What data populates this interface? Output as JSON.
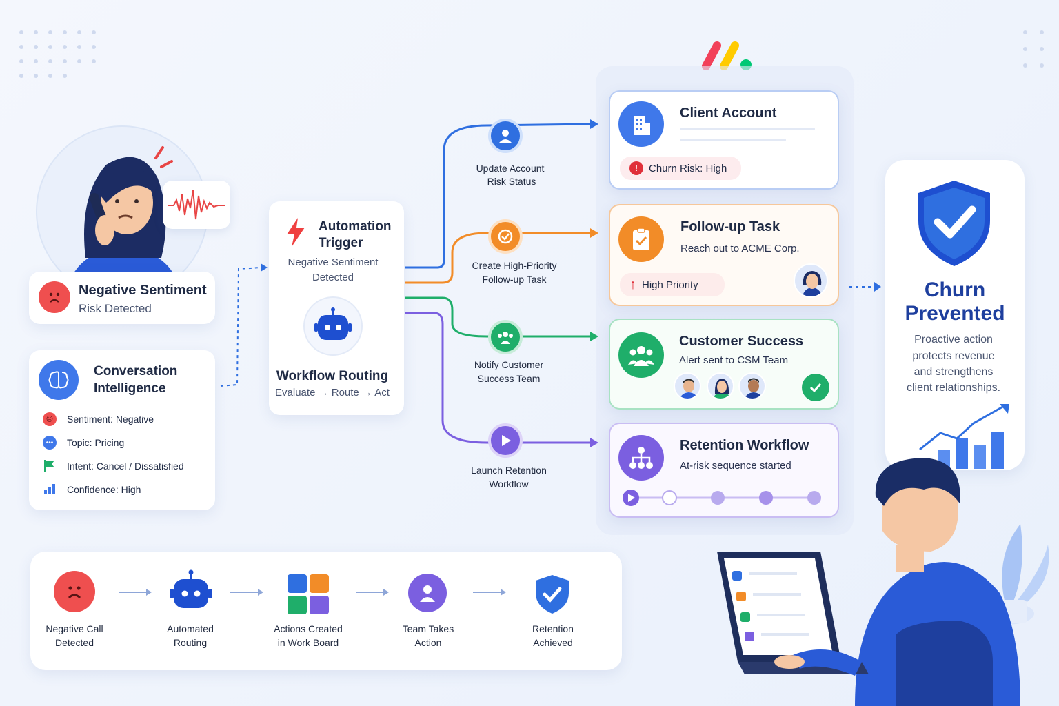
{
  "caller": {
    "title": "Negative Sentiment",
    "subtitle": "Risk Detected"
  },
  "intelligence": {
    "title_line1": "Conversation",
    "title_line2": "Intelligence",
    "items": [
      {
        "label": "Sentiment: Negative"
      },
      {
        "label": "Topic: Pricing"
      },
      {
        "label": "Intent: Cancel / Dissatisfied"
      },
      {
        "label": "Confidence: High"
      }
    ]
  },
  "trigger": {
    "title_line1": "Automation",
    "title_line2": "Trigger",
    "sub_line1": "Negative Sentiment",
    "sub_line2": "Detected"
  },
  "routing": {
    "title": "Workflow Routing",
    "sub": "Evaluate → Route → Act"
  },
  "branches": [
    {
      "line1": "Update Account",
      "line2": "Risk Status",
      "color": "#2f6fe0"
    },
    {
      "line1": "Create High-Priority",
      "line2": "Follow-up Task",
      "color": "#f28c28"
    },
    {
      "line1": "Notify Customer",
      "line2": "Success Team",
      "color": "#1fae6a"
    },
    {
      "line1": "Launch Retention",
      "line2": "Workflow",
      "color": "#7b5fe0"
    }
  ],
  "client": {
    "title": "Client Account",
    "risk": "Churn Risk: High"
  },
  "followup": {
    "title": "Follow-up Task",
    "sub": "Reach out to ACME Corp.",
    "priority": "High Priority"
  },
  "success": {
    "title": "Customer Success",
    "sub": "Alert sent to CSM Team"
  },
  "retention": {
    "title": "Retention Workflow",
    "sub": "At-risk sequence started"
  },
  "outcome": {
    "title_line1": "Churn",
    "title_line2": "Prevented",
    "desc_line1": "Proactive action",
    "desc_line2": "protects revenue",
    "desc_line3": "and strengthens",
    "desc_line4": "client relationships."
  },
  "steps": [
    {
      "line1": "Negative Call",
      "line2": "Detected"
    },
    {
      "line1": "Automated",
      "line2": "Routing"
    },
    {
      "line1": "Actions Created",
      "line2": "in Work Board"
    },
    {
      "line1": "Team Takes",
      "line2": "Action"
    },
    {
      "line1": "Retention",
      "line2": "Achieved"
    }
  ],
  "colors": {
    "blue": "#2f6fe0",
    "orange": "#f28c28",
    "green": "#1fae6a",
    "purple": "#7b5fe0",
    "red": "#e84545",
    "navy": "#1e3f9e"
  }
}
